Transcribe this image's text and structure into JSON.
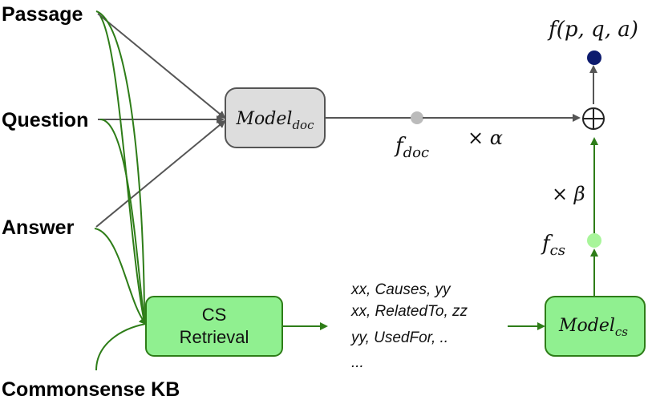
{
  "inputs": {
    "passage": "Passage",
    "question": "Question",
    "answer": "Answer",
    "kb": "Commonsense KB"
  },
  "model_doc": {
    "base": "Model",
    "sub": "doc"
  },
  "model_cs": {
    "base": "Model",
    "sub": "cs"
  },
  "cs_retrieval": {
    "line1": "CS",
    "line2": "Retrieval"
  },
  "f_doc": {
    "base": "f",
    "sub": "doc"
  },
  "f_cs": {
    "base": "f",
    "sub": "cs"
  },
  "alpha": "× α",
  "beta": "× β",
  "output": "f(p, q, a)",
  "plus_symbol": "⊕",
  "retrieved": [
    "xx, Causes, yy",
    "xx, RelatedTo, zz",
    "yy, UsedFor, ..",
    "..."
  ],
  "colors": {
    "grey_arrow": "#555555",
    "green_arrow": "#2e7d18",
    "green_box": "#90f090",
    "grey_box": "#dddddd",
    "output_dot": "#0d1b6e",
    "fdoc_dot": "#bbbbbb",
    "fcs_dot": "#a8f59a"
  }
}
